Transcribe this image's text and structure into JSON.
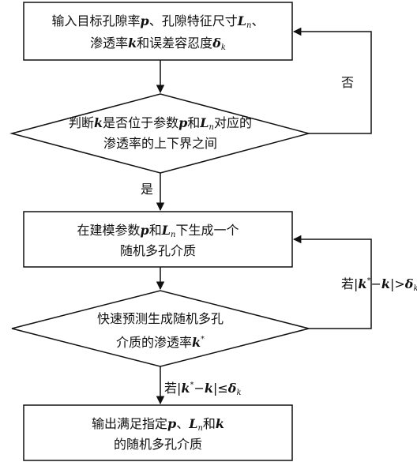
{
  "nodes": {
    "input": {
      "line1_prefix": "输入目标孔隙率",
      "line1_p": "p",
      "line1_mid": "、孔隙特征尺寸",
      "line1_L": "L",
      "line1_Lsub": "n",
      "line1_end": "、",
      "line2_prefix": "渗透率",
      "line2_k": "k",
      "line2_mid": "和误差容忍度",
      "line2_delta": "δ",
      "line2_sub": "k"
    },
    "judge": {
      "line1_prefix": "判断",
      "line1_k": "k",
      "line1_mid": "是否位于参数",
      "line1_p": "p",
      "line1_and": "和",
      "line1_L": "L",
      "line1_Lsub": "n",
      "line1_end": "对应的",
      "line2": "渗透率的上下界之间"
    },
    "generate": {
      "line1_prefix": "在建模参数",
      "line1_p": "p",
      "line1_and": "和",
      "line1_L": "L",
      "line1_Lsub": "n",
      "line1_end": "下生成一个",
      "line2": "随机多孔介质"
    },
    "predict": {
      "line1": "快速预测生成随机多孔",
      "line2_prefix": "介质的渗透率",
      "line2_k": "k",
      "line2_star": "*"
    },
    "output": {
      "line1_prefix": "输出满足指定",
      "line1_p": "p",
      "line1_sep": "、",
      "line1_L": "L",
      "line1_Lsub": "n",
      "line1_and": "和",
      "line1_k": "k",
      "line2": "的随机多孔介质"
    }
  },
  "edge_labels": {
    "no": "否",
    "yes": "是",
    "retry": {
      "prefix": "若|",
      "k": "k",
      "star": "*",
      "minus": "−",
      "k2": "k",
      "op": "|>",
      "delta": "δ",
      "sub": "k"
    },
    "accept": {
      "prefix": "若|",
      "k": "k",
      "star": "*",
      "minus": "−",
      "k2": "k",
      "op": "|≤",
      "delta": "δ",
      "sub": "k"
    }
  }
}
